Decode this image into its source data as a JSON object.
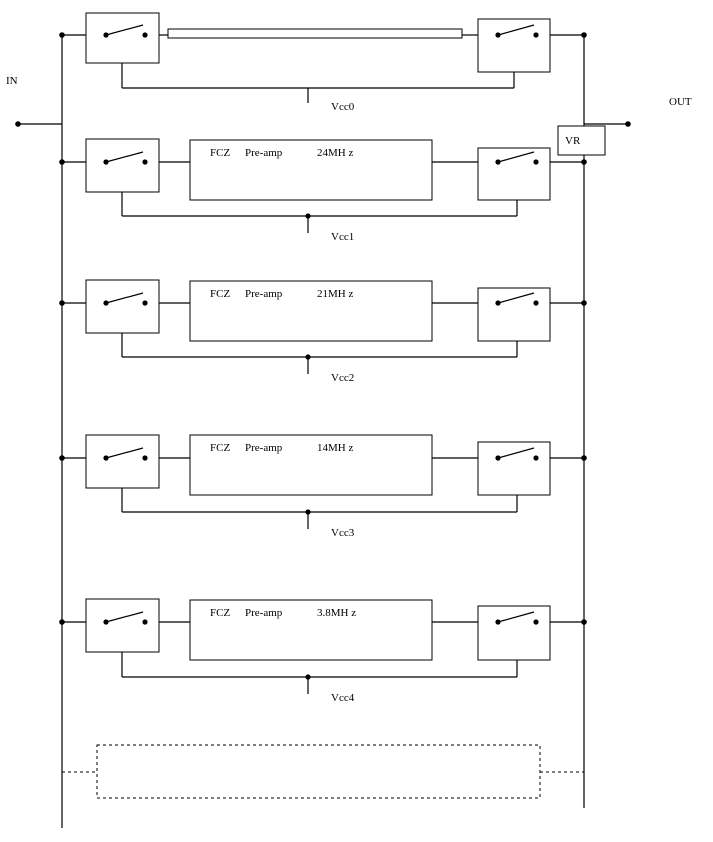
{
  "labels": {
    "input": "IN",
    "output": "OUT",
    "vr": "VR"
  },
  "bypass": {
    "vcc": "Vcc0"
  },
  "stages": [
    {
      "prefix": "FCZ",
      "name": "Pre-amp",
      "freq": "24MH z",
      "vcc": "Vcc1"
    },
    {
      "prefix": "FCZ",
      "name": "Pre-amp",
      "freq": "21MH z",
      "vcc": "Vcc2"
    },
    {
      "prefix": "FCZ",
      "name": "Pre-amp",
      "freq": "14MH z",
      "vcc": "Vcc3"
    },
    {
      "prefix": "FCZ",
      "name": "Pre-amp",
      "freq": "3.8MH z",
      "vcc": "Vcc4"
    }
  ]
}
